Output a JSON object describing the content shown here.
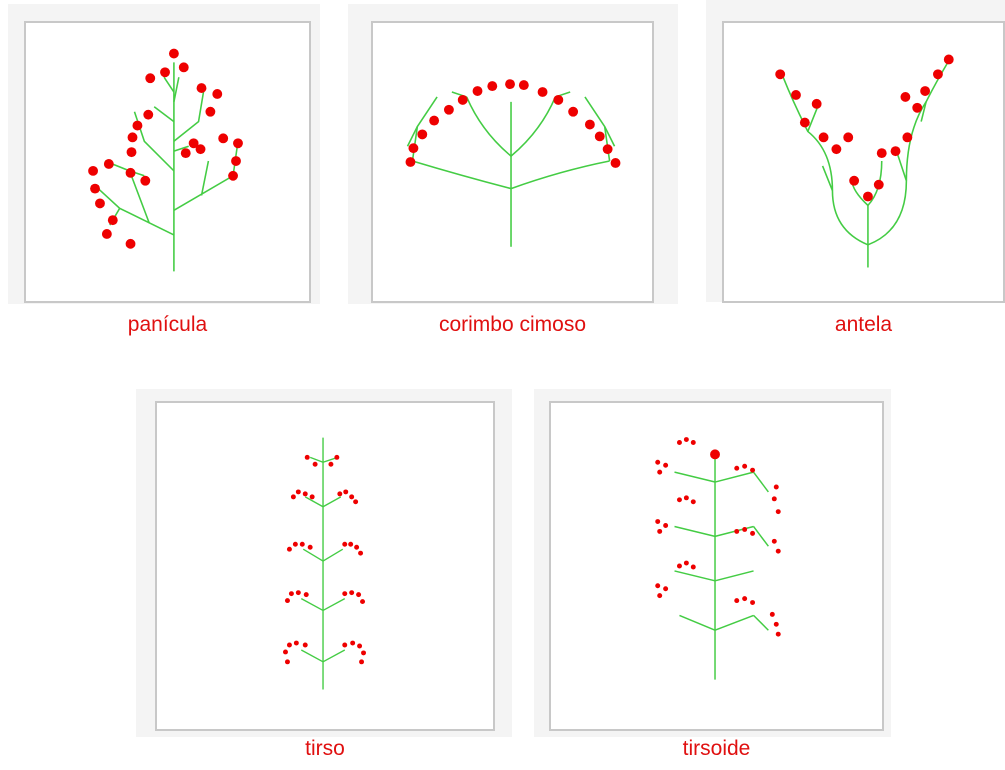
{
  "figure": {
    "items": [
      {
        "key": "panicula",
        "label": "panícula"
      },
      {
        "key": "corimbo",
        "label": "corimbo cimoso"
      },
      {
        "key": "antela",
        "label": "antela"
      },
      {
        "key": "tirso",
        "label": "tirso"
      },
      {
        "key": "tirsoide",
        "label": "tirsoide"
      }
    ]
  },
  "colors": {
    "stem": "#44cc44",
    "flower": "#ee0000",
    "caption": "#e01010",
    "frame": "#c8c8c8"
  }
}
